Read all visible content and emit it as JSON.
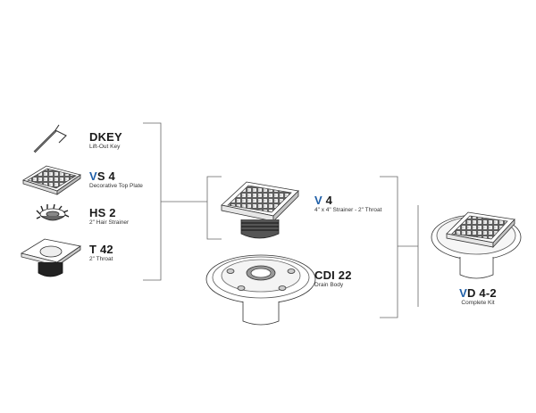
{
  "components": [
    {
      "id": "dkey",
      "prefix": "",
      "code": "DKEY",
      "description": "Lift-Out Key"
    },
    {
      "id": "vs4",
      "prefix": "V",
      "code": "S 4",
      "description": "Decorative Top Plate"
    },
    {
      "id": "hs2",
      "prefix": "",
      "code": "HS 2",
      "description": "2\" Hair Strainer"
    },
    {
      "id": "t42",
      "prefix": "",
      "code": "T 42",
      "description": "2\" Throat"
    }
  ],
  "assemblies": [
    {
      "id": "v4",
      "prefix": "V",
      "code": " 4",
      "description": "4\" x 4\" Strainer - 2\" Throat"
    },
    {
      "id": "cdi22",
      "prefix": "",
      "code": "CDI 22",
      "description": "Drain Body"
    }
  ],
  "kit": {
    "id": "vd42",
    "prefix": "V",
    "code": "D 4-2",
    "description": "Complete Kit"
  },
  "colors": {
    "accent": "#1f5fa8",
    "line": "#555555",
    "text": "#1a1a1a"
  }
}
